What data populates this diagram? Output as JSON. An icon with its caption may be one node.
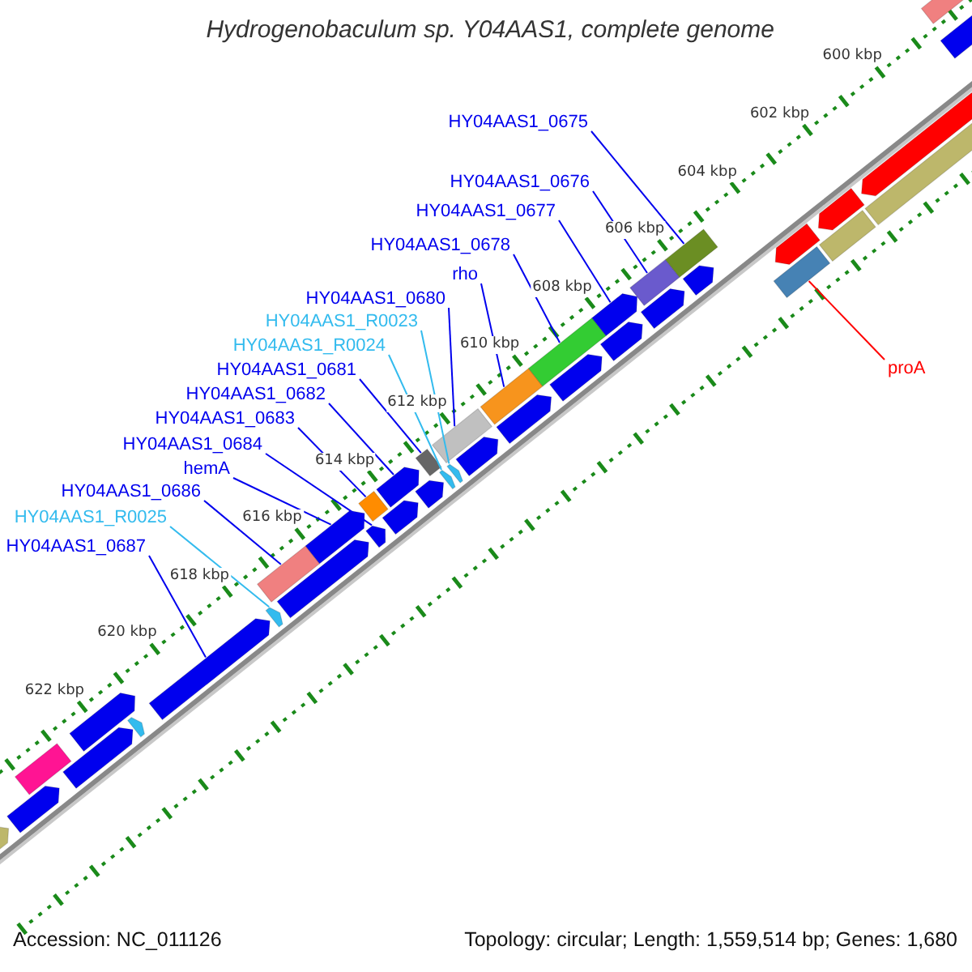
{
  "diagram": {
    "title": "Hydrogenobaculum sp. Y04AAS1, complete genome",
    "nodes": [
      {
        "text": [
          "HY04AAS1_0675"
        ]
      },
      {
        "text": [
          "HY04AAS1_0676"
        ]
      },
      {
        "text": [
          "HY04AAS1_0677"
        ]
      },
      {
        "text": [
          "HY04AAS1_0678"
        ]
      },
      {
        "text": [
          "rho"
        ]
      },
      {
        "text": [
          "HY04AAS1_0680"
        ]
      },
      {
        "text": [
          "HY04AAS1_R0023"
        ]
      },
      {
        "text": [
          "HY04AAS1_R0024"
        ]
      },
      {
        "text": [
          "HY04AAS1_0681"
        ]
      },
      {
        "text": [
          "HY04AAS1_0682"
        ]
      },
      {
        "text": [
          "HY04AAS1_0683"
        ]
      },
      {
        "text": [
          "HY04AAS1_0684"
        ]
      },
      {
        "text": [
          "hemA"
        ]
      },
      {
        "text": [
          "HY04AAS1_0686"
        ]
      },
      {
        "text": [
          "HY04AAS1_R0025"
        ]
      },
      {
        "text": [
          "HY04AAS1_0687"
        ]
      },
      {
        "text": [
          "proA"
        ]
      },
      {
        "text": [],
        "shape": "bar"
      },
      {
        "text": [],
        "shape": "bar"
      },
      {
        "text": [],
        "shape": "bar"
      },
      {
        "text": [],
        "shape": "bar"
      },
      {
        "text": [],
        "shape": "bar"
      },
      {
        "text": [],
        "shape": "bar"
      },
      {
        "text": [],
        "shape": "bar"
      },
      {
        "text": [],
        "shape": "bar"
      },
      {
        "text": [],
        "shape": "bar"
      },
      {
        "text": [],
        "shape": "bar"
      },
      {
        "text": [],
        "shape": "bar"
      },
      {
        "text": [],
        "shape": "bar"
      },
      {
        "text": [],
        "shape": "bar"
      },
      {
        "text": [],
        "shape": "bar"
      },
      {
        "text": [],
        "shape": "bar"
      },
      {
        "text": [],
        "shape": "bar"
      },
      {
        "text": [],
        "shape": "bar"
      },
      {
        "text": [],
        "shape": "bar"
      },
      {
        "text": [],
        "shape": "bar"
      },
      {
        "text": [],
        "shape": "bar"
      },
      {
        "text": [],
        "shape": "bar"
      },
      {
        "text": [],
        "shape": "bar"
      },
      {
        "text": [],
        "shape": "bar"
      },
      {
        "text": [],
        "shape": "bar"
      },
      {
        "text": [],
        "shape": "bar"
      },
      {
        "text": [],
        "shape": "bar"
      },
      {
        "text": [],
        "shape": "bar"
      },
      {
        "text": [],
        "shape": "bar"
      },
      {
        "text": [],
        "shape": "bar"
      },
      {
        "text": [],
        "shape": "bar"
      },
      {
        "text": [],
        "shape": "bar"
      },
      {
        "text": [],
        "shape": "bar"
      },
      {
        "text": [],
        "shape": "bar"
      },
      {
        "text": [],
        "shape": "bar"
      },
      {
        "text": [],
        "shape": "bar"
      },
      {
        "text": [],
        "shape": "bar"
      },
      {
        "text": [],
        "shape": "bar"
      },
      {
        "text": [],
        "shape": "bar"
      },
      {
        "text": [],
        "shape": "bar"
      }
    ],
    "edges": [
      {
        "from": 0,
        "to": 32,
        "arrow": "none"
      },
      {
        "from": 1,
        "to": 31,
        "arrow": "none"
      },
      {
        "from": 2,
        "to": 30,
        "arrow": "none"
      },
      {
        "from": 3,
        "to": 29,
        "arrow": "none"
      },
      {
        "from": 4,
        "to": 28,
        "arrow": "none"
      },
      {
        "from": 5,
        "to": 27,
        "arrow": "none"
      },
      {
        "from": 6,
        "to": 26,
        "arrow": "none",
        "color": "#33bbee"
      },
      {
        "from": 7,
        "to": 25,
        "arrow": "none",
        "color": "#33bbee"
      },
      {
        "from": 8,
        "to": 24,
        "arrow": "none"
      },
      {
        "from": 9,
        "to": 23,
        "arrow": "none"
      },
      {
        "from": 10,
        "to": 22,
        "arrow": "none"
      },
      {
        "from": 11,
        "to": 21,
        "arrow": "none"
      },
      {
        "from": 12,
        "to": 20,
        "arrow": "none"
      },
      {
        "from": 13,
        "to": 19,
        "arrow": "none"
      },
      {
        "from": 14,
        "to": 18,
        "arrow": "none",
        "color": "#33bbee"
      },
      {
        "from": 15,
        "to": 17,
        "arrow": "none"
      },
      {
        "from": 16,
        "to": 33,
        "arrow": "none",
        "color": "#ff0000"
      }
    ],
    "labels": [
      "600 kbp",
      "602 kbp",
      "604 kbp",
      "606 kbp",
      "608 kbp",
      "610 kbp",
      "612 kbp",
      "614 kbp",
      "616 kbp",
      "618 kbp",
      "620 kbp",
      "622 kbp",
      "Accession: NC_011126",
      "Topology: circular; Length: 1,559,514 bp; Genes: 1,680"
    ]
  }
}
